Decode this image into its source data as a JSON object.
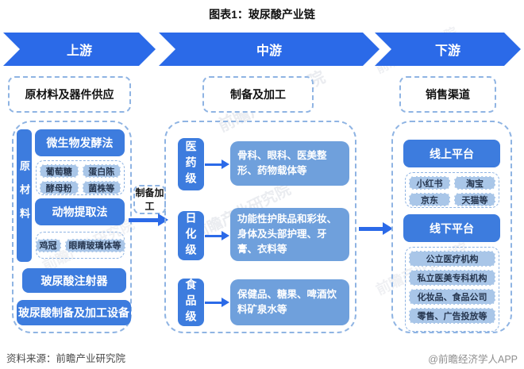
{
  "colors": {
    "banner": "#2B6AE8",
    "solid": "#3D7CDE",
    "desc": "#6FA0DC",
    "chip": "#A9C6E8",
    "dash": "#8FB4E3",
    "arrow": "#2B6AE8"
  },
  "title": "图表1：玻尿酸产业链",
  "banner": {
    "upstream": "上游",
    "midstream": "中游",
    "downstream": "下游"
  },
  "upstream": {
    "header": "原材料及器件供应",
    "side_label": "原材料",
    "fermentation": {
      "title": "微生物发酵法",
      "chips": [
        "葡萄糖",
        "蛋白陈",
        "酵母粉",
        "菌株等"
      ]
    },
    "extraction": {
      "title": "动物提取法",
      "chips": [
        "鸡冠",
        "眼睛玻璃体等"
      ]
    },
    "equipment": [
      "玻尿酸注射器",
      "玻尿酸制备及加工设备"
    ]
  },
  "link": {
    "label": "制备加工"
  },
  "midstream": {
    "header": "制备及加工",
    "rows": [
      {
        "grade": "医药级",
        "desc": "骨科、眼科、医美整形、药物载体等"
      },
      {
        "grade": "日化级",
        "desc": "功能性护肤品和彩妆、身体及头部护理、牙膏、衣料等"
      },
      {
        "grade": "食品级",
        "desc": "保健品、糖果、啤酒饮料矿泉水等"
      }
    ]
  },
  "downstream": {
    "header": "销售渠道",
    "online": {
      "title": "线上平台",
      "chips": [
        "小红书",
        "淘宝",
        "京东",
        "天猫等"
      ]
    },
    "offline": {
      "title": "线下平台",
      "items": [
        "公立医疗机构",
        "私立医美专科机构",
        "化妆品、食品公司",
        "零售、广告投放等"
      ]
    }
  },
  "watermark": "前瞻产业研究院",
  "footer": {
    "source": "资料来源：前瞻产业研究院",
    "credit": "@前瞻经济学人APP"
  }
}
